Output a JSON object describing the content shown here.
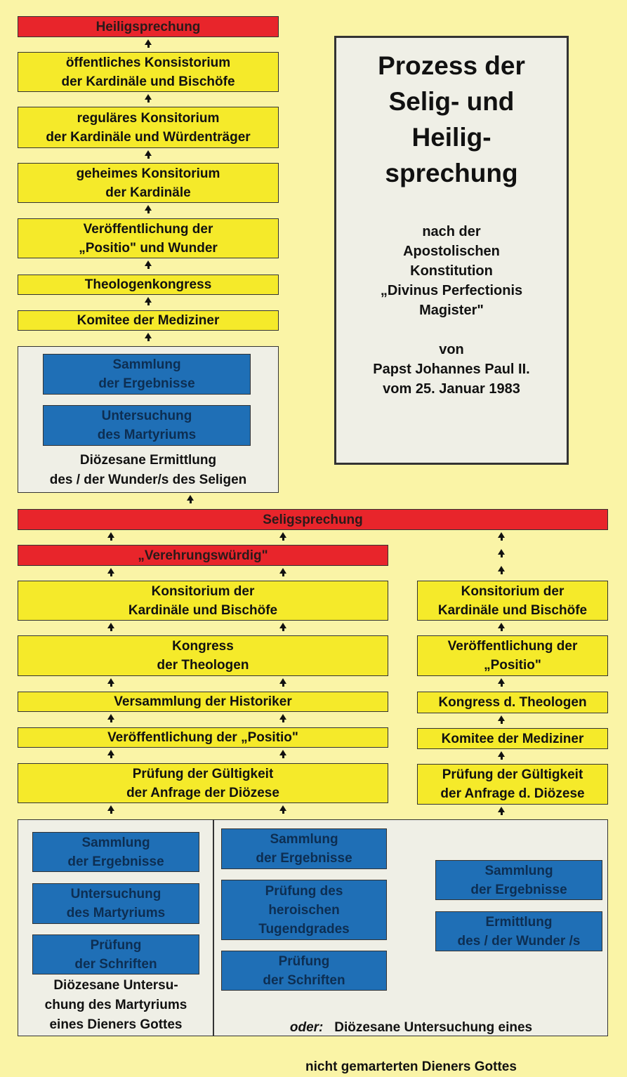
{
  "title": {
    "main": "Prozess der\nSelig- und\nHeilig-\nsprechung",
    "subtitle": "nach der\nApostolischen\nKonstitution\n„Divinus Perfectionis\nMagister\"\n\nvon\nPapst Johannes Paul II.\nvom 25. Januar 1983"
  },
  "canonization": {
    "heiligsprechung": "Heiligsprechung",
    "oeffentliches_konsistorium": "öffentliches Konsistorium\nder Kardinäle und Bischöfe",
    "regulaeres_konsistorium": "reguläres Konsitorium\nder Kardinäle und Würdenträger",
    "geheimes_konsistorium": "geheimes Konsitorium\nder Kardinäle",
    "veroeffentlichung": "Veröffentlichung der\n„Positio\" und Wunder",
    "theologenkongress": "Theologenkongress",
    "komitee_mediziner": "Komitee der Mediziner",
    "panel": {
      "sammlung": "Sammlung\nder Ergebnisse",
      "untersuchung": "Untersuchung\ndes Martyriums",
      "label": "Diözesane Ermittlung\ndes / der Wunder/s des Seligen"
    }
  },
  "seligsprechung": "Seligsprechung",
  "verehrungswuerdig": "„Verehrungswürdig\"",
  "main_column": {
    "konsistorium": "Konsitorium der\nKardinäle und Bischöfe",
    "kongress": "Kongress\nder Theologen",
    "versammlung": "Versammlung der Historiker",
    "veroeffentlichung": "Veröffentlichung der „Positio\"",
    "pruefung": "Prüfung der Gültigkeit\nder Anfrage der Diözese"
  },
  "right_column": {
    "konsistorium": "Konsitorium der\nKardinäle und Bischöfe",
    "veroeffentlichung": "Veröffentlichung der\n„Positio\"",
    "kongress": "Kongress d. Theologen",
    "komitee": "Komitee der Mediziner",
    "pruefung": "Prüfung der Gültigkeit\nder Anfrage d. Diözese"
  },
  "bottom_panel": {
    "martyrium": {
      "sammlung": "Sammlung\nder Ergebnisse",
      "untersuchung": "Untersuchung\ndes Martyriums",
      "pruefung_schriften": "Prüfung\nder Schriften",
      "label": "Diözesane Untersu-\nchung des Martyriums\neines Dieners Gottes"
    },
    "tugend": {
      "sammlung": "Sammlung\nder Ergebnisse",
      "pruefung_tugend": "Prüfung des\nheroischen\nTugendgrades",
      "pruefung_schriften": "Prüfung\nder Schriften"
    },
    "wunder": {
      "sammlung": "Sammlung\nder Ergebnisse",
      "ermittlung": "Ermittlung\ndes / der Wunder /s"
    },
    "label_oder": "oder:",
    "label_text": "Diözesane Untersuchung eines",
    "label_text2": "nicht gemarterten Dieners Gottes"
  },
  "colors": {
    "background": "#faf4a6",
    "yellow": "#f5ea2a",
    "red": "#e8252b",
    "blue": "#1f6fb6",
    "panel": "#efefe6"
  }
}
